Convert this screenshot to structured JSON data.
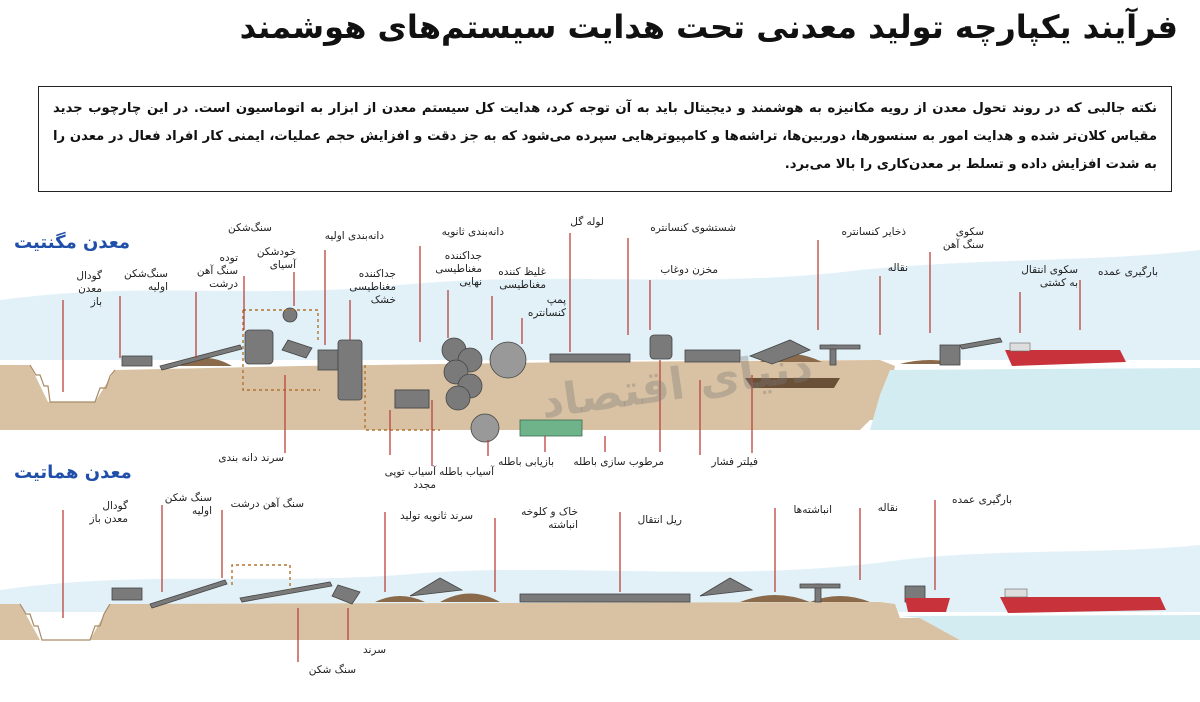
{
  "title": "فرآیند یکپارچه تولید معدنی تحت هدایت سیستم‌های هوشمند",
  "intro": "نکته جالبی که در روند تحول معدن از رویه مکانیزه به هوشمند و دیجیتال باید به آن توجه کرد، هدایت کل سیستم معدن از ابزار به اتوماسیون است. در این چارچوب جدید مقیاس کلان‌تر شده و هدایت امور به سنسورها، دوربین‌ها، تراشه‌ها و کامپیوترهایی سپرده می‌شود که به جز دقت و افزایش حجم عملیات، ایمنی کار افراد فعال در معدن را به شدت افزایش داده و تسلط بر معدن‌کاری را بالا می‌برد.",
  "watermark": "دنیای اقتصاد",
  "magnetite": {
    "title": "معدن مگنتیت",
    "labels": {
      "pit": "گودال\nمعدن\nباز",
      "primary_crusher": "سنگ‌شکن\nاولیه",
      "ore_pile": "توده\nسنگ آهن\nدرشت",
      "crusher": "سنگ‌شکن",
      "autogenous_mill": "خودشکن\nآسیای",
      "primary_grading": "دانه‌بندی اولیه",
      "dry_magnetic_separator": "جداکننده\nمغناطیسی\nخشک",
      "secondary_grading": "دانه‌بندی ثانویه",
      "final_magnetic_separator": "جداکننده\nمغناطیسی\nنهایی",
      "magnetic_thickener": "غلیظ کننده\nمغناطیسی",
      "concentrate_pump": "پمپ\nکنسانتره",
      "pipeline": "لوله گل",
      "concentrate_washing": "شستشوی کنسانتره",
      "slurry_tank": "مخزن دوغاب",
      "concentrate_storage": "ذخایر کنسانتره",
      "iron_ore_platform": "سکوی\nسنگ آهن",
      "trestle": "نقاله",
      "ship_transfer_platform": "سکوی انتقال\nبه کشتی",
      "bulk_loading": "بارگیری عمده",
      "grading_screen": "سرند دانه بندی",
      "regrinding_mill": "آسیاب توپی مجدد",
      "tailings_mill": "آسیاب باطله",
      "tailings_recovery": "بازیابی باطله",
      "dewatering": "مرطوب سازی باطله",
      "pressure_filter": "فیلتر فشار"
    }
  },
  "hematite": {
    "title": "معدن هماتیت",
    "labels": {
      "pit": "گودال\nمعدن باز",
      "primary_crusher": "سنگ شکن\nاولیه",
      "coarse_ore": "سنگ آهن درشت",
      "production_screen": "سرند ثانویه تولید",
      "fines_lump": "خاک و کلوخه\nانباشته",
      "rail_transfer": "ریل انتقال",
      "stockpiles": "انباشته‌ها",
      "trestle": "نقاله",
      "bulk_loading": "بارگیری عمده",
      "screen": "سرند",
      "crusher": "سنگ شکن"
    }
  },
  "colors": {
    "ground": "#d9c2a3",
    "water": "#d3ecf1",
    "sky": "#e2f1f8",
    "pile": "#8a6a4a",
    "title_blue": "#1f4fa8",
    "callout": "#b9433c",
    "ship": "#c8323a",
    "concentrate_pond": "#6fb38a"
  }
}
